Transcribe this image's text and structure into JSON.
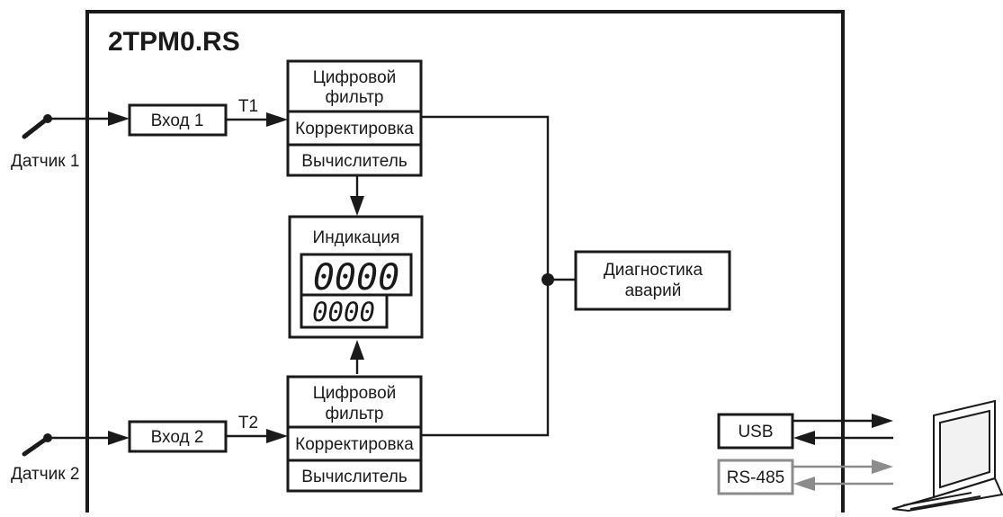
{
  "device": {
    "title": "2TPM0.RS"
  },
  "sensors": [
    {
      "label": "Датчик 1"
    },
    {
      "label": "Датчик 2"
    }
  ],
  "inputs": [
    {
      "label": "Вход 1",
      "signal": "T1"
    },
    {
      "label": "Вход 2",
      "signal": "T2"
    }
  ],
  "channels": [
    {
      "filter_line1": "Цифровой",
      "filter_line2": "фильтр",
      "correction": "Корректировка",
      "calculator": "Вычислитель"
    },
    {
      "filter_line1": "Цифровой",
      "filter_line2": "фильтр",
      "correction": "Корректировка",
      "calculator": "Вычислитель"
    }
  ],
  "display": {
    "title": "Индикация",
    "upper_readout": "0000",
    "lower_readout": "0000"
  },
  "alarm": {
    "line1": "Диагностика",
    "line2": "аварий"
  },
  "interfaces": [
    {
      "label": "USB"
    },
    {
      "label": "RS-485"
    }
  ],
  "colors": {
    "line": "#1a1a1a",
    "rs485": "#8c8c8c",
    "background": "#ffffff"
  },
  "icons": [
    "sensor-probe-icon",
    "laptop-icon"
  ]
}
